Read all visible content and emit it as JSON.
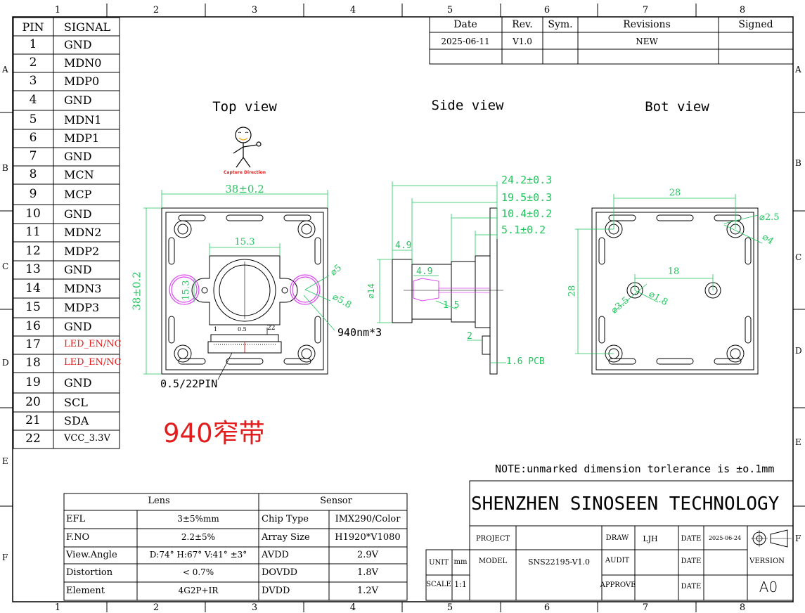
{
  "border": {
    "columns": [
      "1",
      "2",
      "3",
      "4",
      "5",
      "6",
      "7",
      "8"
    ],
    "rows": [
      "A",
      "B",
      "C",
      "D",
      "E",
      "F"
    ]
  },
  "pin_table": {
    "header_pin": "PIN",
    "header_signal": "SIGNAL",
    "rows": [
      {
        "pin": "1",
        "signal": "GND",
        "color": "#000000"
      },
      {
        "pin": "2",
        "signal": "MDN0",
        "color": "#000000"
      },
      {
        "pin": "3",
        "signal": "MDP0",
        "color": "#000000"
      },
      {
        "pin": "4",
        "signal": "GND",
        "color": "#000000"
      },
      {
        "pin": "5",
        "signal": "MDN1",
        "color": "#000000"
      },
      {
        "pin": "6",
        "signal": "MDP1",
        "color": "#000000"
      },
      {
        "pin": "7",
        "signal": "GND",
        "color": "#000000"
      },
      {
        "pin": "8",
        "signal": "MCN",
        "color": "#000000"
      },
      {
        "pin": "9",
        "signal": "MCP",
        "color": "#000000"
      },
      {
        "pin": "10",
        "signal": "GND",
        "color": "#000000"
      },
      {
        "pin": "11",
        "signal": "MDN2",
        "color": "#000000"
      },
      {
        "pin": "12",
        "signal": "MDP2",
        "color": "#000000"
      },
      {
        "pin": "13",
        "signal": "GND",
        "color": "#000000"
      },
      {
        "pin": "14",
        "signal": "MDN3",
        "color": "#000000"
      },
      {
        "pin": "15",
        "signal": "MDP3",
        "color": "#000000"
      },
      {
        "pin": "16",
        "signal": "GND",
        "color": "#000000"
      },
      {
        "pin": "17",
        "signal": "LED_EN/NC",
        "color": "#e11d1d"
      },
      {
        "pin": "18",
        "signal": "LED_EN/NC",
        "color": "#e11d1d"
      },
      {
        "pin": "19",
        "signal": "GND",
        "color": "#000000"
      },
      {
        "pin": "20",
        "signal": "SCL",
        "color": "#000000"
      },
      {
        "pin": "21",
        "signal": "SDA",
        "color": "#000000"
      },
      {
        "pin": "22",
        "signal": "VCC_3.3V",
        "color": "#000000"
      }
    ]
  },
  "revision_table": {
    "headers": [
      "Date",
      "Rev.",
      "Sym.",
      "Revisions",
      "Signed"
    ],
    "row": [
      "2025-06-11",
      "V1.0",
      "",
      "NEW",
      ""
    ]
  },
  "views": {
    "top": "Top view",
    "side": "Side view",
    "bottom": "Bot view"
  },
  "capture_direction": "Capture Direction",
  "top_dims": {
    "width": "38±0.2",
    "height": "38±0.2",
    "lens_width": "15.3",
    "lens_height": "15.3",
    "led_diameter_inner": "⌀5",
    "led_diameter_outer": "⌀5.8",
    "led_note": "940nm*3",
    "conn_pin1": "1",
    "conn_pitch": "0.5",
    "conn_pin22": "22",
    "connector": "0.5/22PIN"
  },
  "side_dims": {
    "d1": "24.2±0.3",
    "d2": "19.5±0.3",
    "d3": "10.4±0.2",
    "d4": "5.1±0.2",
    "lens_len": "4.9",
    "led_len": "4.9",
    "led_dia": "1.5",
    "diameter": "⌀14",
    "conn_h": "2",
    "pcb": "1.6 PCB"
  },
  "bot_dims": {
    "hole_span": "28",
    "vertical_span": "28",
    "hole_outer": "⌀2.5",
    "hole_inner": "⌀4",
    "center_dist": "18",
    "small_d1": "⌀3.5",
    "small_d2": "⌀1.8"
  },
  "band_label": "940窄带",
  "note": "NOTE:unmarked dimension torlerance is ±o.1mm",
  "spec_table": {
    "lens_header": "Lens",
    "sensor_header": "Sensor",
    "lens_rows": [
      {
        "label": "EFL",
        "value": "3±5%mm"
      },
      {
        "label": "F.NO",
        "value": "2.2±5%"
      },
      {
        "label": "View.Angle",
        "value": "D:74° H:67° V:41° ±3°"
      },
      {
        "label": "Distortion",
        "value": "< 0.7%"
      },
      {
        "label": "Element",
        "value": "4G2P+IR"
      }
    ],
    "sensor_rows": [
      {
        "label": "Chip Type",
        "value": "IMX290/Color"
      },
      {
        "label": "Array Size",
        "value": "H1920*V1080"
      },
      {
        "label": "AVDD",
        "value": "2.9V"
      },
      {
        "label": "DOVDD",
        "value": "1.8V"
      },
      {
        "label": "DVDD",
        "value": "1.2V"
      }
    ]
  },
  "title_block": {
    "company": "SHENZHEN SINOSEEN TECHNOLOGY",
    "unit_label": "UNIT",
    "unit_value": "mm",
    "scale_label": "SCALE",
    "scale_value": "1:1",
    "project_label": "PROJECT",
    "model_label": "MODEL",
    "model_value": "SNS22195-V1.0",
    "draw_label": "DRAW",
    "draw_value": "LJH",
    "date_label": "DATE",
    "draw_date": "2025-06-24",
    "audit_label": "AUDIT",
    "approve_label": "APPROVE",
    "version_label": "VERSION",
    "version_value": "A0"
  }
}
